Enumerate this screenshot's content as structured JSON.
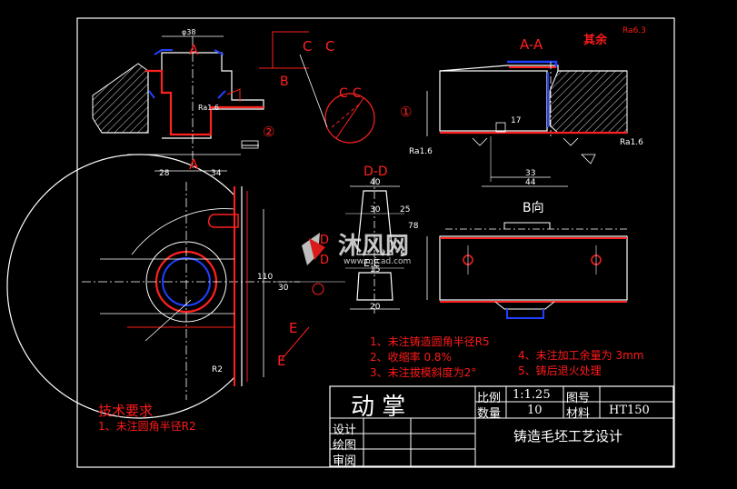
{
  "drawing": {
    "colors": {
      "background": "#000000",
      "outline": "#ffffff",
      "section": "#ff2020",
      "blue": "#2040ff"
    },
    "top_right_note": "其余",
    "top_right_roughness": "Ra6.3",
    "section_labels": {
      "a_top": "A",
      "a_bottom": "A",
      "c_left": "C",
      "c_right": "C",
      "b_label": "B",
      "aa_title": "A-A",
      "cc_title": "C-C",
      "dd_title": "D-D",
      "d_upper": "D",
      "d_lower": "D",
      "b_view": "B向",
      "e_upper": "E",
      "e_lower": "E",
      "ee_title": "E-E"
    },
    "circled_numbers": {
      "one": "①",
      "two": "②"
    },
    "dims": {
      "d1": "28",
      "d2": "34",
      "d3": "φ38",
      "d4": "R2",
      "aa1": "33",
      "aa2": "44",
      "aa3": "17",
      "dd1": "40",
      "dd2": "30",
      "dd3": "15",
      "dd4": "20",
      "dd5": "78",
      "dd6": "25",
      "dd7": "5",
      "ee1": "110",
      "ee2": "30",
      "roughness_a": "Ra1.6",
      "roughness_b": "Ra1.6",
      "roughness_c": "Ra1.6"
    }
  },
  "notes": {
    "cast_1": "1、未注铸造圆角半径R5",
    "cast_2": "2、收缩率 0.8%",
    "cast_3": "3、未注拔模斜度为2°",
    "cast_4": "4、未注加工余量为 3mm",
    "cast_5": "5、铸后退火处理",
    "tech_title": "技术要求",
    "tech_1": "1、未注圆角半径R2"
  },
  "title_block": {
    "part_name": "动    掌",
    "scale_label": "比例",
    "scale_value": "1:1.25",
    "drawing_no_label": "图号",
    "qty_label": "数量",
    "qty_value": "10",
    "material_label": "材料",
    "material_value": "HT150",
    "design_label": "设计",
    "draw_label": "绘图",
    "review_label": "审阅",
    "drawing_title": "铸造毛坯工艺设计"
  },
  "watermark": {
    "brand": "沐风网",
    "url": "www.mfcad.com"
  }
}
